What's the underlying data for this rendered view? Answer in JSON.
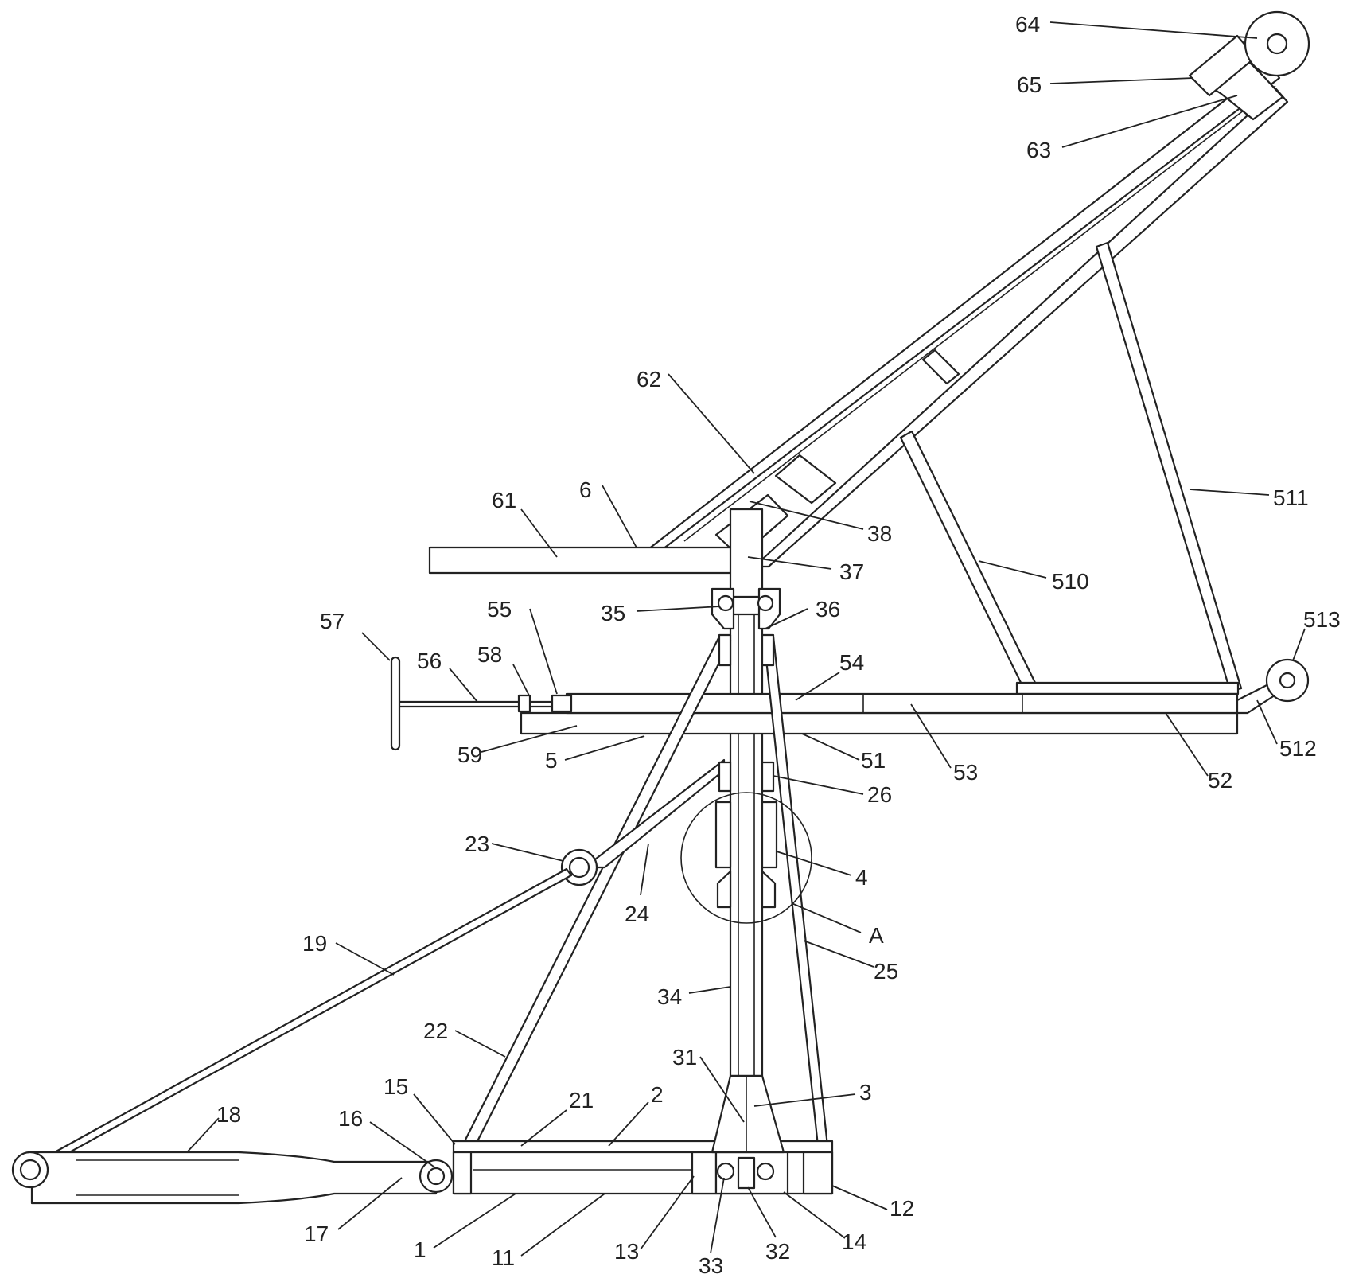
{
  "labels": [
    {
      "id": "64",
      "text": "64"
    },
    {
      "id": "65",
      "text": "65"
    },
    {
      "id": "63",
      "text": "63"
    },
    {
      "id": "62",
      "text": "62"
    },
    {
      "id": "61",
      "text": "61"
    },
    {
      "id": "6",
      "text": "6"
    },
    {
      "id": "38",
      "text": "38"
    },
    {
      "id": "37",
      "text": "37"
    },
    {
      "id": "511",
      "text": "511"
    },
    {
      "id": "510",
      "text": "510"
    },
    {
      "id": "35",
      "text": "35"
    },
    {
      "id": "36",
      "text": "36"
    },
    {
      "id": "57",
      "text": "57"
    },
    {
      "id": "55",
      "text": "55"
    },
    {
      "id": "58",
      "text": "58"
    },
    {
      "id": "56",
      "text": "56"
    },
    {
      "id": "54",
      "text": "54"
    },
    {
      "id": "513",
      "text": "513"
    },
    {
      "id": "59",
      "text": "59"
    },
    {
      "id": "5",
      "text": "5"
    },
    {
      "id": "51",
      "text": "51"
    },
    {
      "id": "53",
      "text": "53"
    },
    {
      "id": "52",
      "text": "52"
    },
    {
      "id": "512",
      "text": "512"
    },
    {
      "id": "26",
      "text": "26"
    },
    {
      "id": "23",
      "text": "23"
    },
    {
      "id": "4",
      "text": "4"
    },
    {
      "id": "24",
      "text": "24"
    },
    {
      "id": "A",
      "text": "A"
    },
    {
      "id": "19",
      "text": "19"
    },
    {
      "id": "25",
      "text": "25"
    },
    {
      "id": "34",
      "text": "34"
    },
    {
      "id": "22",
      "text": "22"
    },
    {
      "id": "31",
      "text": "31"
    },
    {
      "id": "3",
      "text": "3"
    },
    {
      "id": "15",
      "text": "15"
    },
    {
      "id": "21",
      "text": "21"
    },
    {
      "id": "2",
      "text": "2"
    },
    {
      "id": "18",
      "text": "18"
    },
    {
      "id": "16",
      "text": "16"
    },
    {
      "id": "17",
      "text": "17"
    },
    {
      "id": "12",
      "text": "12"
    },
    {
      "id": "1",
      "text": "1"
    },
    {
      "id": "11",
      "text": "11"
    },
    {
      "id": "13",
      "text": "13"
    },
    {
      "id": "32",
      "text": "32"
    },
    {
      "id": "14",
      "text": "14"
    },
    {
      "id": "33",
      "text": "33"
    }
  ]
}
